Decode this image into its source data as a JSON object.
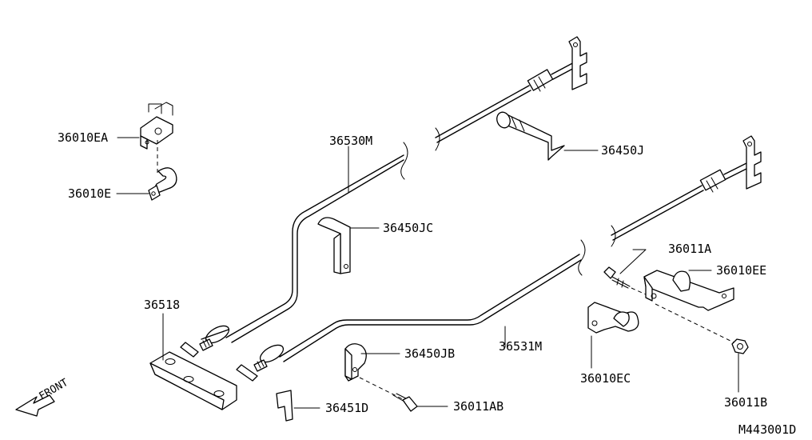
{
  "diagram": {
    "figure_code": "M443001D",
    "direction_label": "FRONT",
    "parts": {
      "p36010EA": "36010EA",
      "p36010E": "36010E",
      "p36530M": "36530M",
      "p36450J": "36450J",
      "p36450JC": "36450JC",
      "p36518": "36518",
      "p36011A": "36011A",
      "p36010EE": "36010EE",
      "p36531M": "36531M",
      "p36450JB": "36450JB",
      "p36010EC": "36010EC",
      "p36011B": "36011B",
      "p36451D": "36451D",
      "p36011AB": "36011AB"
    }
  }
}
